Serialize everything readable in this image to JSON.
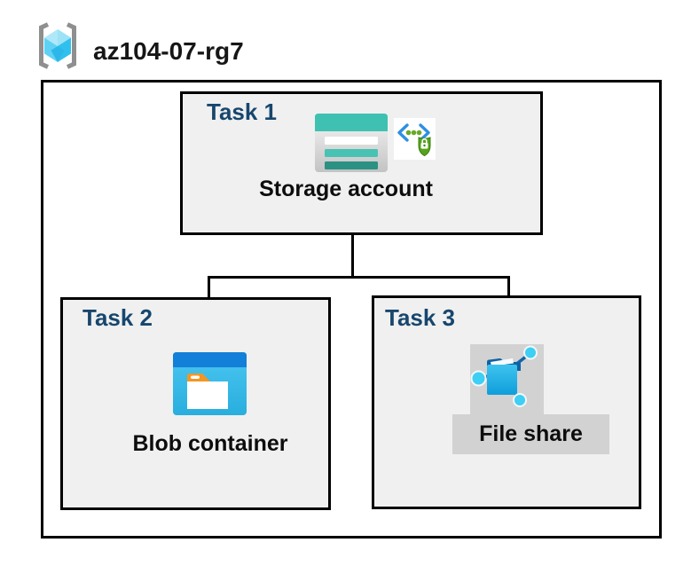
{
  "header": {
    "title": "az104-07-rg7",
    "icon": "resource-group-icon"
  },
  "tasks": {
    "task1": {
      "label": "Task 1",
      "item": "Storage account",
      "icons": [
        "storage-account-icon",
        "code-shield-lock-icon"
      ]
    },
    "task2": {
      "label": "Task 2",
      "item": "Blob container",
      "icons": [
        "blob-container-folder-icon"
      ]
    },
    "task3": {
      "label": "Task 3",
      "item": "File share",
      "icons": [
        "file-share-folder-icon"
      ]
    }
  },
  "connections": [
    {
      "from": "storage-account",
      "to": "blob-container"
    },
    {
      "from": "storage-account",
      "to": "file-share"
    }
  ],
  "colors": {
    "task_label_navy": "#17466e",
    "box_background": "#f0f0f0",
    "box_border": "#000000",
    "selection_gray": "#d2d2d2",
    "storage_teal": "#3fc1b1",
    "storage_teal_dark": "#2b9183",
    "blob_header_blue": "#1280d8",
    "blob_body_cyan": "#3bbdec",
    "folder_tab_orange": "#f59523",
    "file_share_flap_blue": "#0d62a6",
    "file_share_node_cyan": "#3fcef4",
    "shield_green": "#56a31c",
    "bracket_blue": "#2e8fe2",
    "rg_cube_cyan": "#5ed2f4",
    "rg_bracket_gray": "#8f8f8f"
  }
}
